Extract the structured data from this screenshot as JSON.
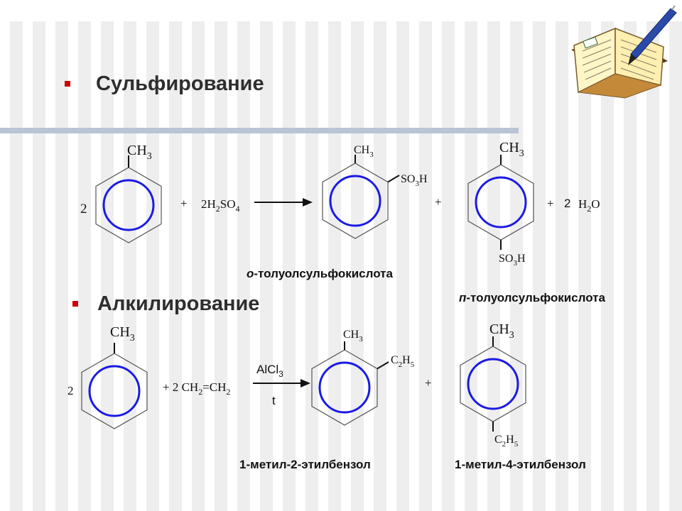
{
  "sections": {
    "sulfonation": {
      "title": "Сульфирование"
    },
    "alkylation": {
      "title": "Алкилирование"
    }
  },
  "reaction1": {
    "coefficient": "2",
    "substituent_top": "CH",
    "sub_3": "3",
    "plus": "+",
    "reagent_coef": "2H",
    "reagent_sub2": "2",
    "reagent_mid": "SO",
    "reagent_sub4": "4",
    "ortho_group": "SO",
    "ortho_group_tail": "H",
    "para_group": "SO",
    "para_group_tail": "H",
    "water_coef": "2",
    "water_h": "H",
    "water_sub": "2",
    "water_o": "O"
  },
  "reaction2": {
    "coefficient": "2",
    "reagent_lead": "+ 2 CH",
    "reagent_sub1": "2",
    "reagent_mid": "=CH",
    "reagent_sub2": "2",
    "catalyst": "AlCl",
    "catalyst_sub": "3",
    "condition": "t",
    "ethyl_c": "C",
    "ethyl_c_sub": "2",
    "ethyl_h": "H",
    "ethyl_h_sub": "5"
  },
  "labels": {
    "ortho_prefix": "о",
    "ortho_rest": "-толуолсульфокислота",
    "para_prefix": "п",
    "para_rest": "-толуолсульфокислота",
    "product1": "1-метил-2-этилбензол",
    "product2": "1-метил-4-этилбензол"
  },
  "colors": {
    "ring": "#1a1ae6",
    "bullet": "#cc0000",
    "rule": "#b9c4d4"
  },
  "decor": {
    "icon": "book-with-pen-icon"
  }
}
